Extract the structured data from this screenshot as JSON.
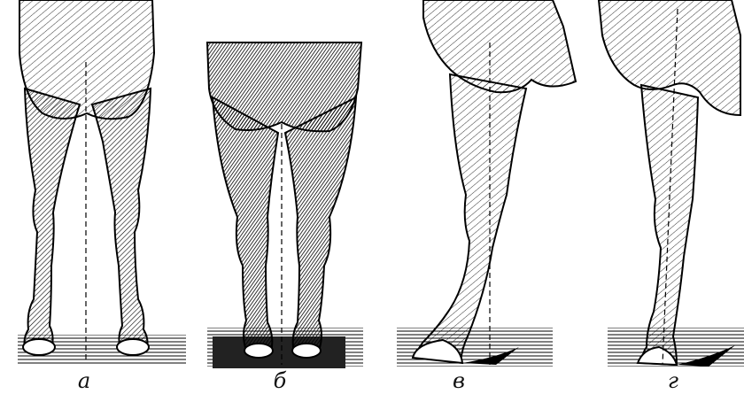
{
  "figure": {
    "panels": [
      {
        "id": "a",
        "caption": "а"
      },
      {
        "id": "b",
        "caption": "б"
      },
      {
        "id": "v",
        "caption": "в"
      },
      {
        "id": "g",
        "caption": "г"
      }
    ]
  }
}
